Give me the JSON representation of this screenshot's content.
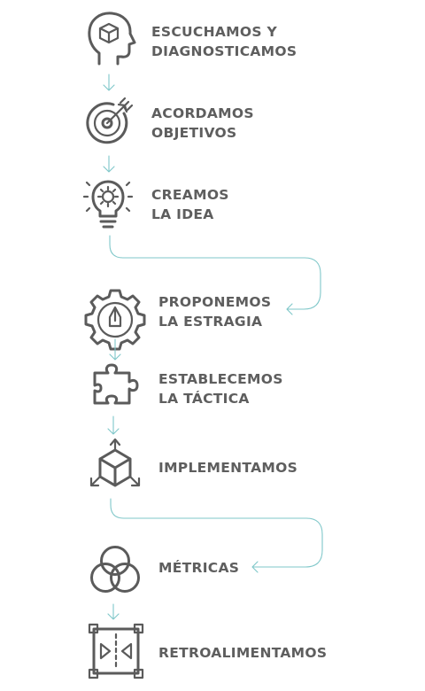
{
  "steps": [
    {
      "lines": [
        "ESCUCHAMOS Y",
        "DIAGNOSTICAMOS"
      ],
      "icon": "head-cube-icon"
    },
    {
      "lines": [
        "ACORDAMOS",
        "OBJETIVOS"
      ],
      "icon": "target-icon"
    },
    {
      "lines": [
        "CREAMOS",
        "LA IDEA"
      ],
      "icon": "lightbulb-gear-icon"
    },
    {
      "lines": [
        "PROPONEMOS",
        "LA ESTRAGIA"
      ],
      "icon": "gear-pen-icon"
    },
    {
      "lines": [
        "ESTABLECEMOS",
        "LA TÁCTICA"
      ],
      "icon": "puzzle-icon"
    },
    {
      "lines": [
        "IMPLEMENTAMOS"
      ],
      "icon": "cube-arrows-icon"
    },
    {
      "lines": [
        "MÉTRICAS"
      ],
      "icon": "venn-icon"
    },
    {
      "lines": [
        "RETROALIMENTAMOS"
      ],
      "icon": "frame-arrows-icon"
    }
  ],
  "colors": {
    "icon": "#5b5b5b",
    "text": "#5e5e5e",
    "connector": "#7fc7c9"
  }
}
